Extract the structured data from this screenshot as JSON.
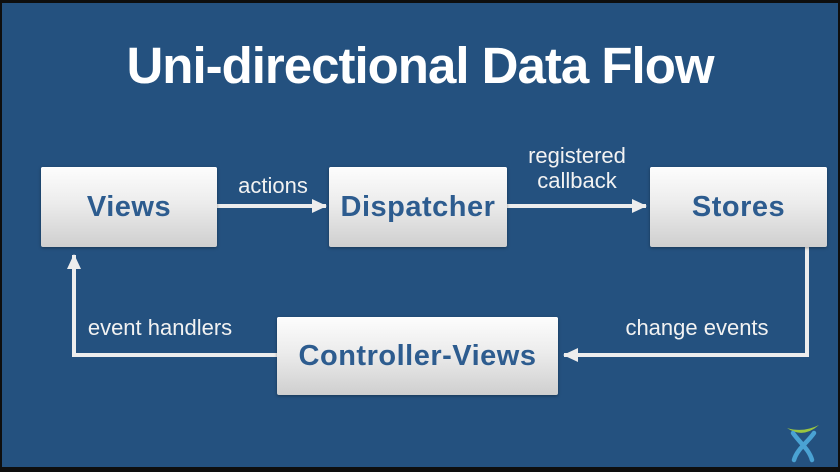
{
  "colors": {
    "background": "#24517f",
    "frame": "#0e0e0e",
    "title-text": "#ffffff",
    "node-top": "#fdfdfd",
    "node-bottom": "#cfcfcf",
    "node-text": "#2d5c8f",
    "arrow": "#ededed",
    "label-text": "#f2f2f2",
    "logo-blue": "#4aa2d3",
    "logo-green": "#9bc63f"
  },
  "title": "Uni-directional Data Flow",
  "diagram": {
    "nodes": [
      {
        "id": "views",
        "label": "Views"
      },
      {
        "id": "dispatcher",
        "label": "Dispatcher"
      },
      {
        "id": "stores",
        "label": "Stores"
      },
      {
        "id": "controller_views",
        "label": "Controller-Views"
      }
    ],
    "edges": [
      {
        "from": "views",
        "to": "dispatcher",
        "label": "actions"
      },
      {
        "from": "dispatcher",
        "to": "stores",
        "label": "registered callback"
      },
      {
        "from": "stores",
        "to": "controller_views",
        "label": "change events"
      },
      {
        "from": "controller_views",
        "to": "views",
        "label": "event handlers"
      }
    ]
  },
  "footer": {
    "logo": "atlassian-logo"
  }
}
